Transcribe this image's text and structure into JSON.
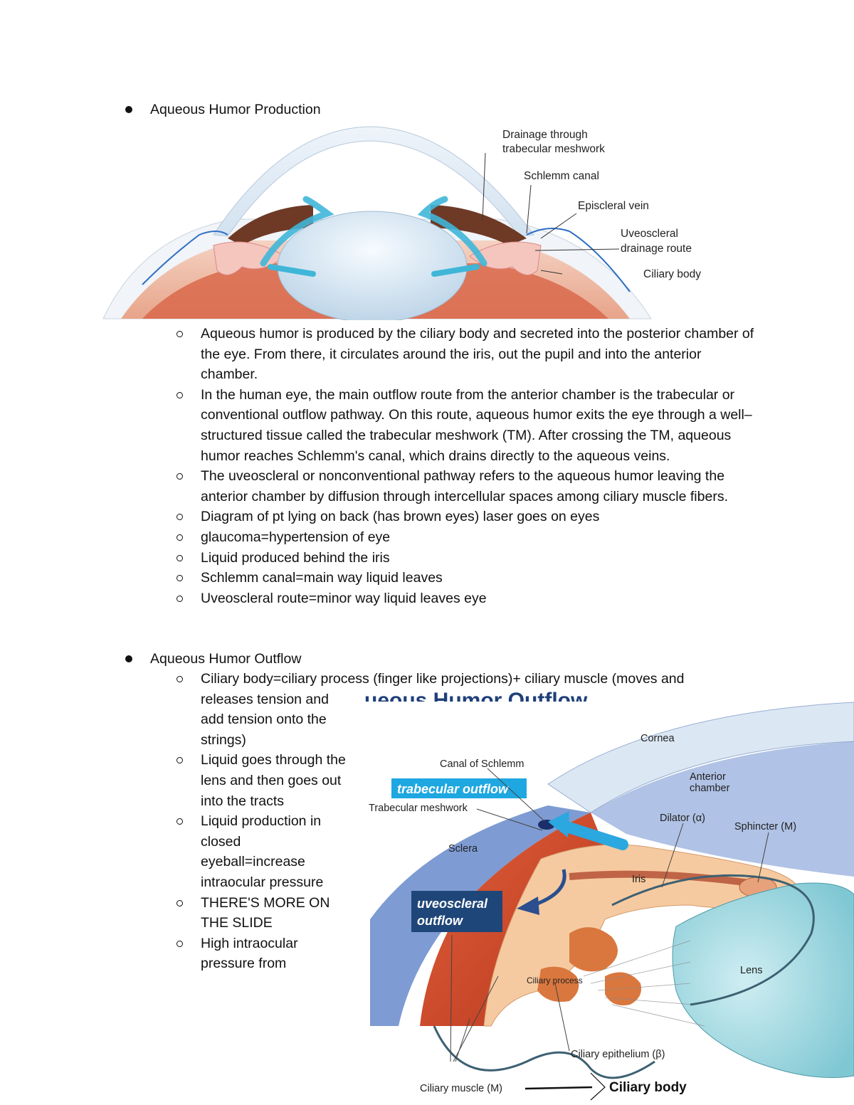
{
  "section1": {
    "title": "Aqueous Humor Production",
    "figure_labels": {
      "drainage_line1": "Drainage through",
      "drainage_line2": "trabecular meshwork",
      "schlemm": "Schlemm canal",
      "episcleral": "Episcleral vein",
      "uveoscleral_line1": "Uveoscleral",
      "uveoscleral_line2": "drainage route",
      "ciliary_body": "Ciliary body"
    },
    "items": [
      "Aqueous humor is produced by the ciliary body and secreted into the posterior chamber of the eye. From there, it circulates around the iris, out the pupil and into the anterior chamber.",
      "In the human eye, the main outflow route from the anterior chamber is the trabecular or conventional outflow pathway. On this route, aqueous humor exits the eye through a well–structured tissue called the trabecular meshwork (TM). After crossing the TM, aqueous humor reaches Schlemm's canal, which drains directly to the aqueous veins.",
      "The uveoscleral or nonconventional pathway refers to the aqueous humor leaving the anterior chamber by diffusion through intercellular spaces among ciliary muscle fibers.",
      "Diagram of pt lying on back (has brown eyes) laser goes on eyes",
      "glaucoma=hypertension of eye",
      "Liquid produced behind the iris",
      "Schlemm canal=main way liquid leaves",
      "Uveoscleral route=minor way liquid leaves eye"
    ]
  },
  "section2": {
    "title": "Aqueous Humor Outflow",
    "first_item_line1": "Ciliary body=ciliary process (finger like projections)+ ciliary muscle (moves and",
    "first_item_rest": "releases tension and add tension onto the strings)",
    "items": [
      "Liquid goes through the lens and then goes out into the tracts",
      "Liquid production in closed eyeball=increase intraocular pressure",
      "THERE'S MORE ON THE SLIDE",
      "High intraocular pressure from"
    ],
    "figure_labels": {
      "header_partial": "ueous Humor Outflow",
      "cornea": "Cornea",
      "anterior_line1": "Anterior",
      "anterior_line2": "chamber",
      "canal_of_schlemm": "Canal of Schlemm",
      "trabecular_outflow": "trabecular outflow",
      "trabecular_meshwork": "Trabecular meshwork",
      "dilator": "Dilator (α)",
      "sphincter": "Sphincter (M)",
      "sclera": "Sclera",
      "iris": "Iris",
      "uveoscleral_line1": "uveoscleral",
      "uveoscleral_line2": "outflow",
      "lens": "Lens",
      "ciliary_process": "Ciliary process",
      "ciliary_epithelium": "Ciliary epithelium (β)",
      "ciliary_muscle": "Ciliary muscle (M)",
      "ciliary_body": "Ciliary body"
    }
  }
}
